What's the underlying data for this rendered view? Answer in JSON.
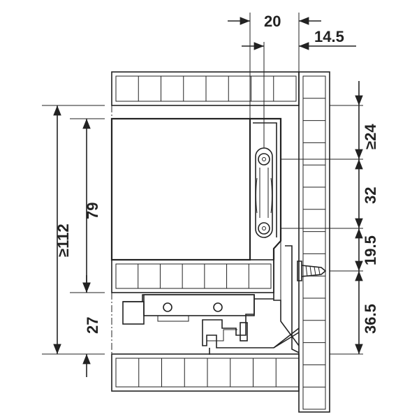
{
  "colors": {
    "line": "#222222",
    "background": "#ffffff",
    "panel_fill": "#ffffff",
    "pattern_stroke": "#444444"
  },
  "dimensions": {
    "top_width": "20",
    "side_offset": "14.5",
    "min_top_clearance": "≥24",
    "hole_spacing": "32",
    "lower_offset": "19.5",
    "bottom_offset": "36.5",
    "min_total_height": "≥112",
    "front_height": "79",
    "base_height": "27"
  }
}
